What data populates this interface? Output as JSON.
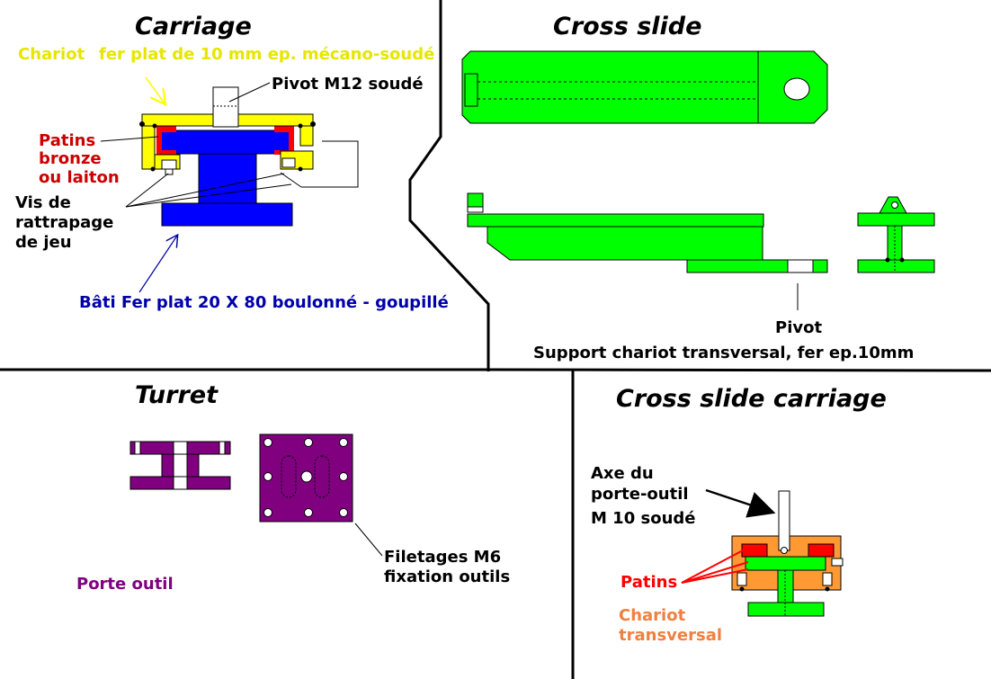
{
  "titles": {
    "carriage": "Carriage",
    "cross_slide": "Cross slide",
    "turret": "Turret",
    "cross_slide_carriage": "Cross slide carriage"
  },
  "carriage_labels": {
    "chariot": "Chariot",
    "fer_plat": "fer plat de 10 mm ep. mécano-soudé",
    "pivot": "Pivot M12 soudé",
    "patins_1": "Patins",
    "patins_2": "bronze",
    "patins_3": "ou laiton",
    "vis_1": "Vis de",
    "vis_2": "rattrapage",
    "vis_3": "de jeu",
    "bati": "Bâti Fer plat 20 X 80 boulonné - goupillé"
  },
  "cross_slide_labels": {
    "pivot": "Pivot",
    "support": "Support chariot transversal, fer ep.10mm"
  },
  "turret_labels": {
    "filetages_1": "Filetages M6",
    "filetages_2": "fixation outils",
    "porte_outil": "Porte outil"
  },
  "cross_slide_carriage_labels": {
    "axe_1": "Axe du",
    "axe_2": "porte-outil",
    "axe_3": "M 10 soudé",
    "patins": "Patins",
    "chariot_1": "Chariot",
    "chariot_2": "transversal"
  },
  "colors": {
    "yellow": "#ffff00",
    "blue": "#0000ff",
    "green": "#00ff00",
    "purple": "#800080",
    "red": "#ff0000",
    "orange": "#ff9933",
    "dark_red_text": "#cc0000",
    "navy_text": "#0000aa",
    "label_yellow": "#e6e600",
    "label_purple": "#800080",
    "label_orange": "#f08040"
  }
}
